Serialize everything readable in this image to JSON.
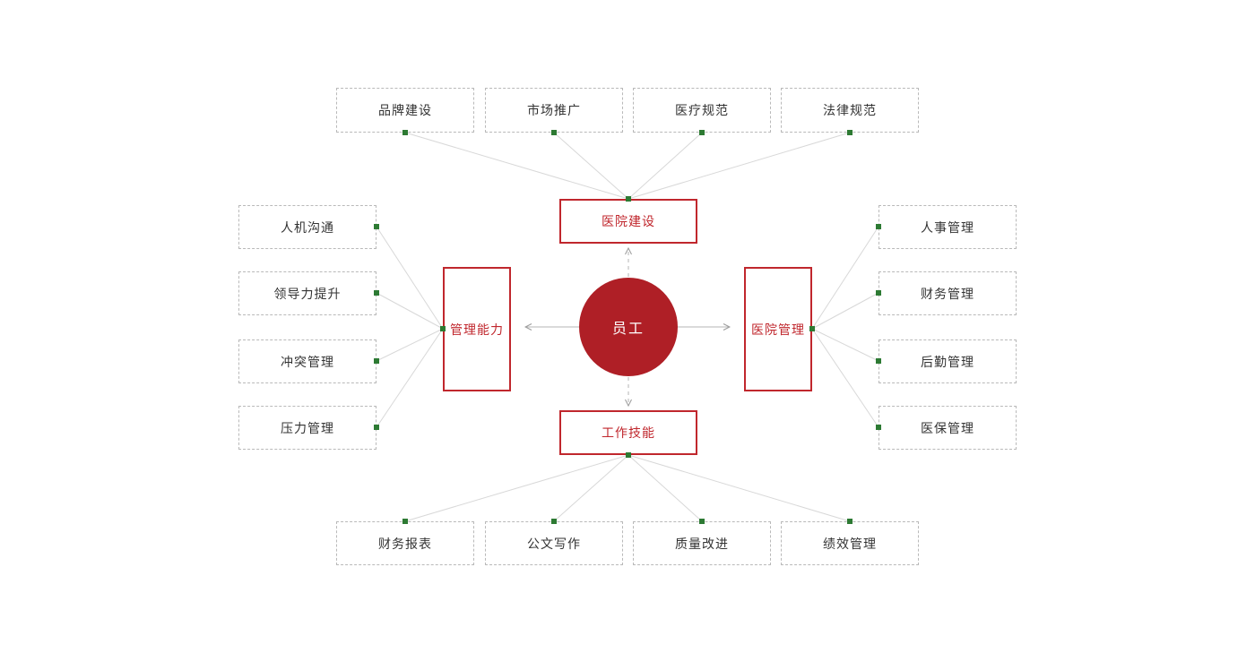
{
  "diagram": {
    "type": "mind-map",
    "title_text": "员工",
    "colors": {
      "hub_fill": "#af1f26",
      "hub_text": "#ffffff",
      "branch_border": "#c0272d",
      "branch_text": "#c0272d",
      "leaf_border": "#b9b9b9",
      "leaf_text": "#333333",
      "connector_line": "#d8d8d8",
      "connector_dot": "#2d7a33",
      "arrow": "#9a9a9a",
      "background": "#ffffff"
    },
    "center": {
      "label": "员工"
    },
    "branches": [
      {
        "key": "top",
        "label": "医院建设"
      },
      {
        "key": "left",
        "label": "管理能力"
      },
      {
        "key": "right",
        "label": "医院管理"
      },
      {
        "key": "bottom",
        "label": "工作技能"
      }
    ],
    "leaves": {
      "top": [
        {
          "label": "品牌建设"
        },
        {
          "label": "市场推广"
        },
        {
          "label": "医疗规范"
        },
        {
          "label": "法律规范"
        }
      ],
      "left": [
        {
          "label": "人机沟通"
        },
        {
          "label": "领导力提升"
        },
        {
          "label": "冲突管理"
        },
        {
          "label": "压力管理"
        }
      ],
      "right": [
        {
          "label": "人事管理"
        },
        {
          "label": "财务管理"
        },
        {
          "label": "后勤管理"
        },
        {
          "label": "医保管理"
        }
      ],
      "bottom": [
        {
          "label": "财务报表"
        },
        {
          "label": "公文写作"
        },
        {
          "label": "质量改进"
        },
        {
          "label": "绩效管理"
        }
      ]
    }
  }
}
